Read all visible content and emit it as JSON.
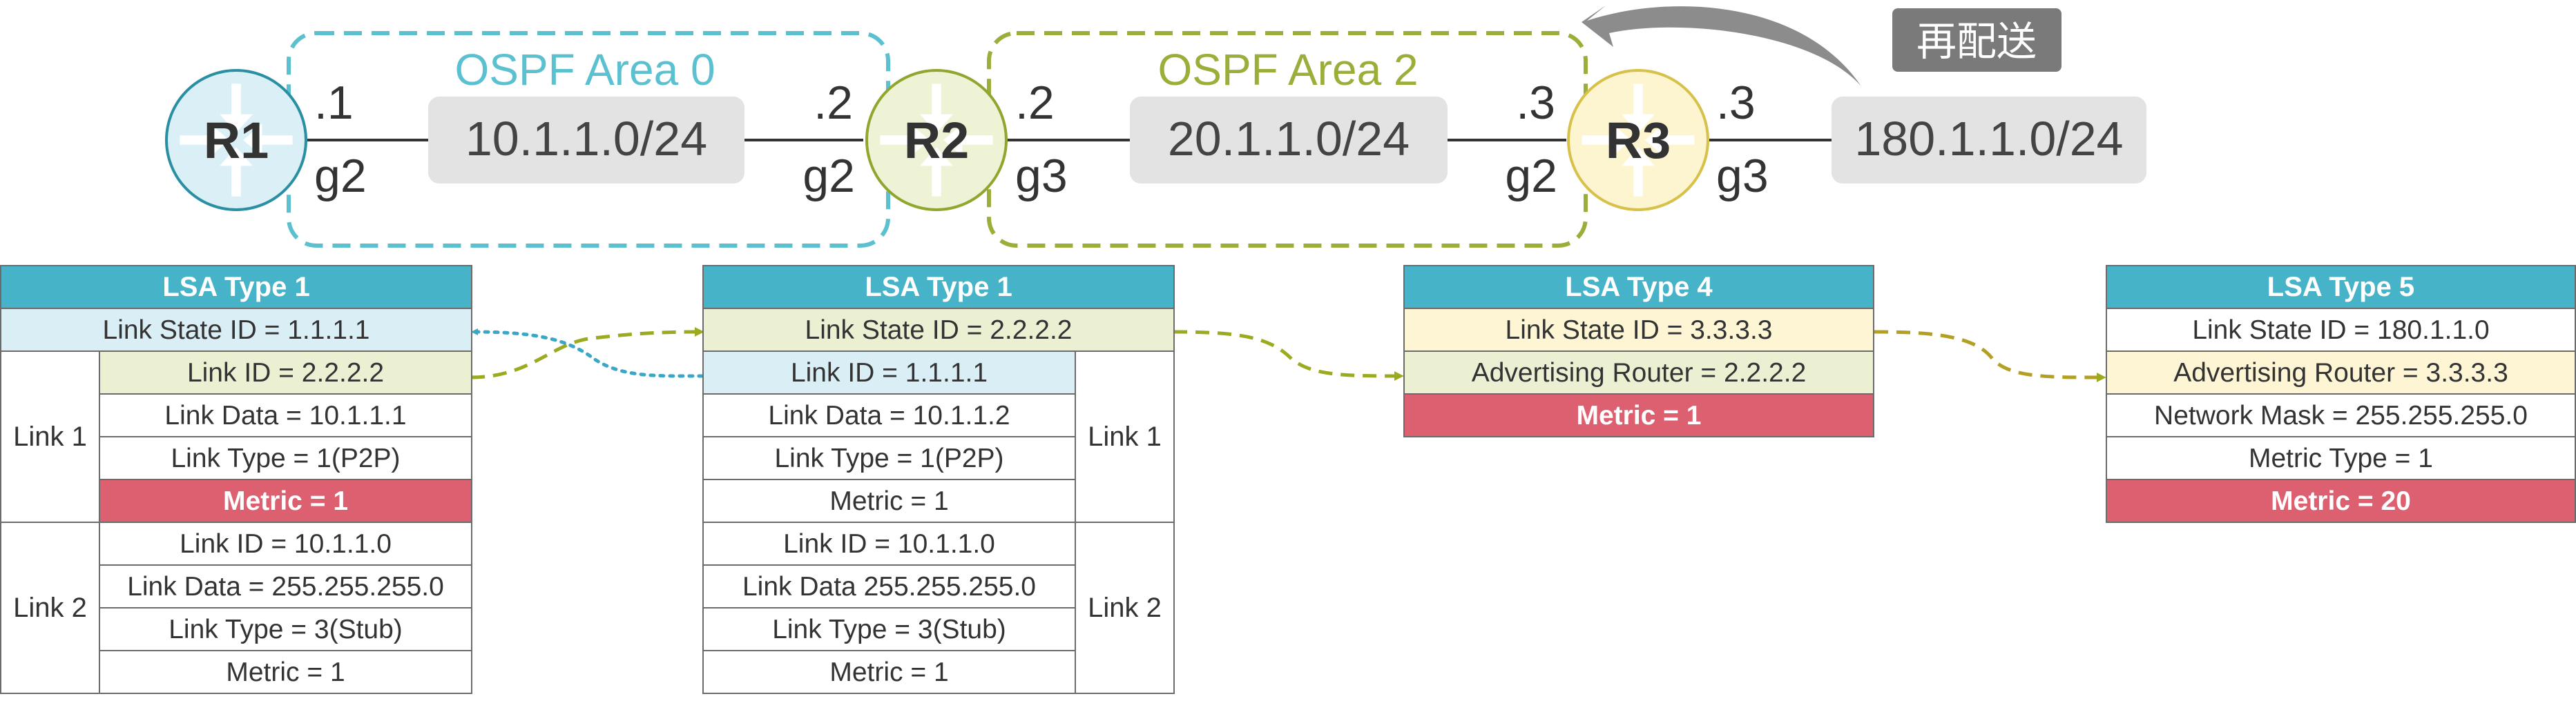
{
  "topology": {
    "areas": [
      {
        "label": "OSPF Area 0",
        "color": "#5BC0D0"
      },
      {
        "label": "OSPF Area 2",
        "color": "#9BAE3A"
      }
    ],
    "routers": [
      {
        "name": "R1",
        "fill": "#DAF0F6",
        "stroke": "#2A8FA3"
      },
      {
        "name": "R2",
        "fill": "#EEF3D6",
        "stroke": "#8FA62F"
      },
      {
        "name": "R3",
        "fill": "#FDF5CF",
        "stroke": "#D8C14A"
      }
    ],
    "networks": [
      "10.1.1.0/24",
      "20.1.1.0/24",
      "180.1.1.0/24"
    ],
    "interfaces": [
      {
        "addr": ".1",
        "intf": "g2"
      },
      {
        "addr": ".2",
        "intf": "g2"
      },
      {
        "addr": ".2",
        "intf": "g3"
      },
      {
        "addr": ".3",
        "intf": "g2"
      },
      {
        "addr": ".3",
        "intf": "g3"
      }
    ],
    "redistribute_label": "再配送"
  },
  "tables": {
    "t1": {
      "header": "LSA Type 1",
      "state": "Link State ID = 1.1.1.1",
      "link1_label": "Link 1",
      "link1": [
        "Link ID = 2.2.2.2",
        "Link Data = 10.1.1.1",
        "Link Type = 1(P2P)",
        "Metric = 1"
      ],
      "link2_label": "Link 2",
      "link2": [
        "Link ID = 10.1.1.0",
        "Link Data = 255.255.255.0",
        "Link Type = 3(Stub)",
        "Metric = 1"
      ]
    },
    "t2": {
      "header": "LSA Type 1",
      "state": "Link State ID = 2.2.2.2",
      "link1_label": "Link 1",
      "link1": [
        "Link ID = 1.1.1.1",
        "Link Data = 10.1.1.2",
        "Link Type = 1(P2P)",
        "Metric = 1"
      ],
      "link2_label": "Link 2",
      "link2": [
        "Link ID = 10.1.1.0",
        "Link Data 255.255.255.0",
        "Link Type = 3(Stub)",
        "Metric = 1"
      ]
    },
    "t3": {
      "header": "LSA Type 4",
      "rows": [
        "Link State ID = 3.3.3.3",
        "Advertising Router = 2.2.2.2",
        "Metric = 1"
      ]
    },
    "t4": {
      "header": "LSA Type 5",
      "rows": [
        "Link State ID = 180.1.1.0",
        "Advertising Router = 3.3.3.3",
        "Network Mask = 255.255.255.0",
        "Metric Type = 1",
        "Metric = 20"
      ]
    }
  },
  "colors": {
    "header": "#46B3C8",
    "metric": "#DC6070",
    "cyan_row": "#D9EEF5",
    "green_row": "#EBF0D2",
    "yellow_row": "#FDF5D3",
    "network_box": "#E3E3E3",
    "redistribute_box": "#7A7A7A"
  }
}
